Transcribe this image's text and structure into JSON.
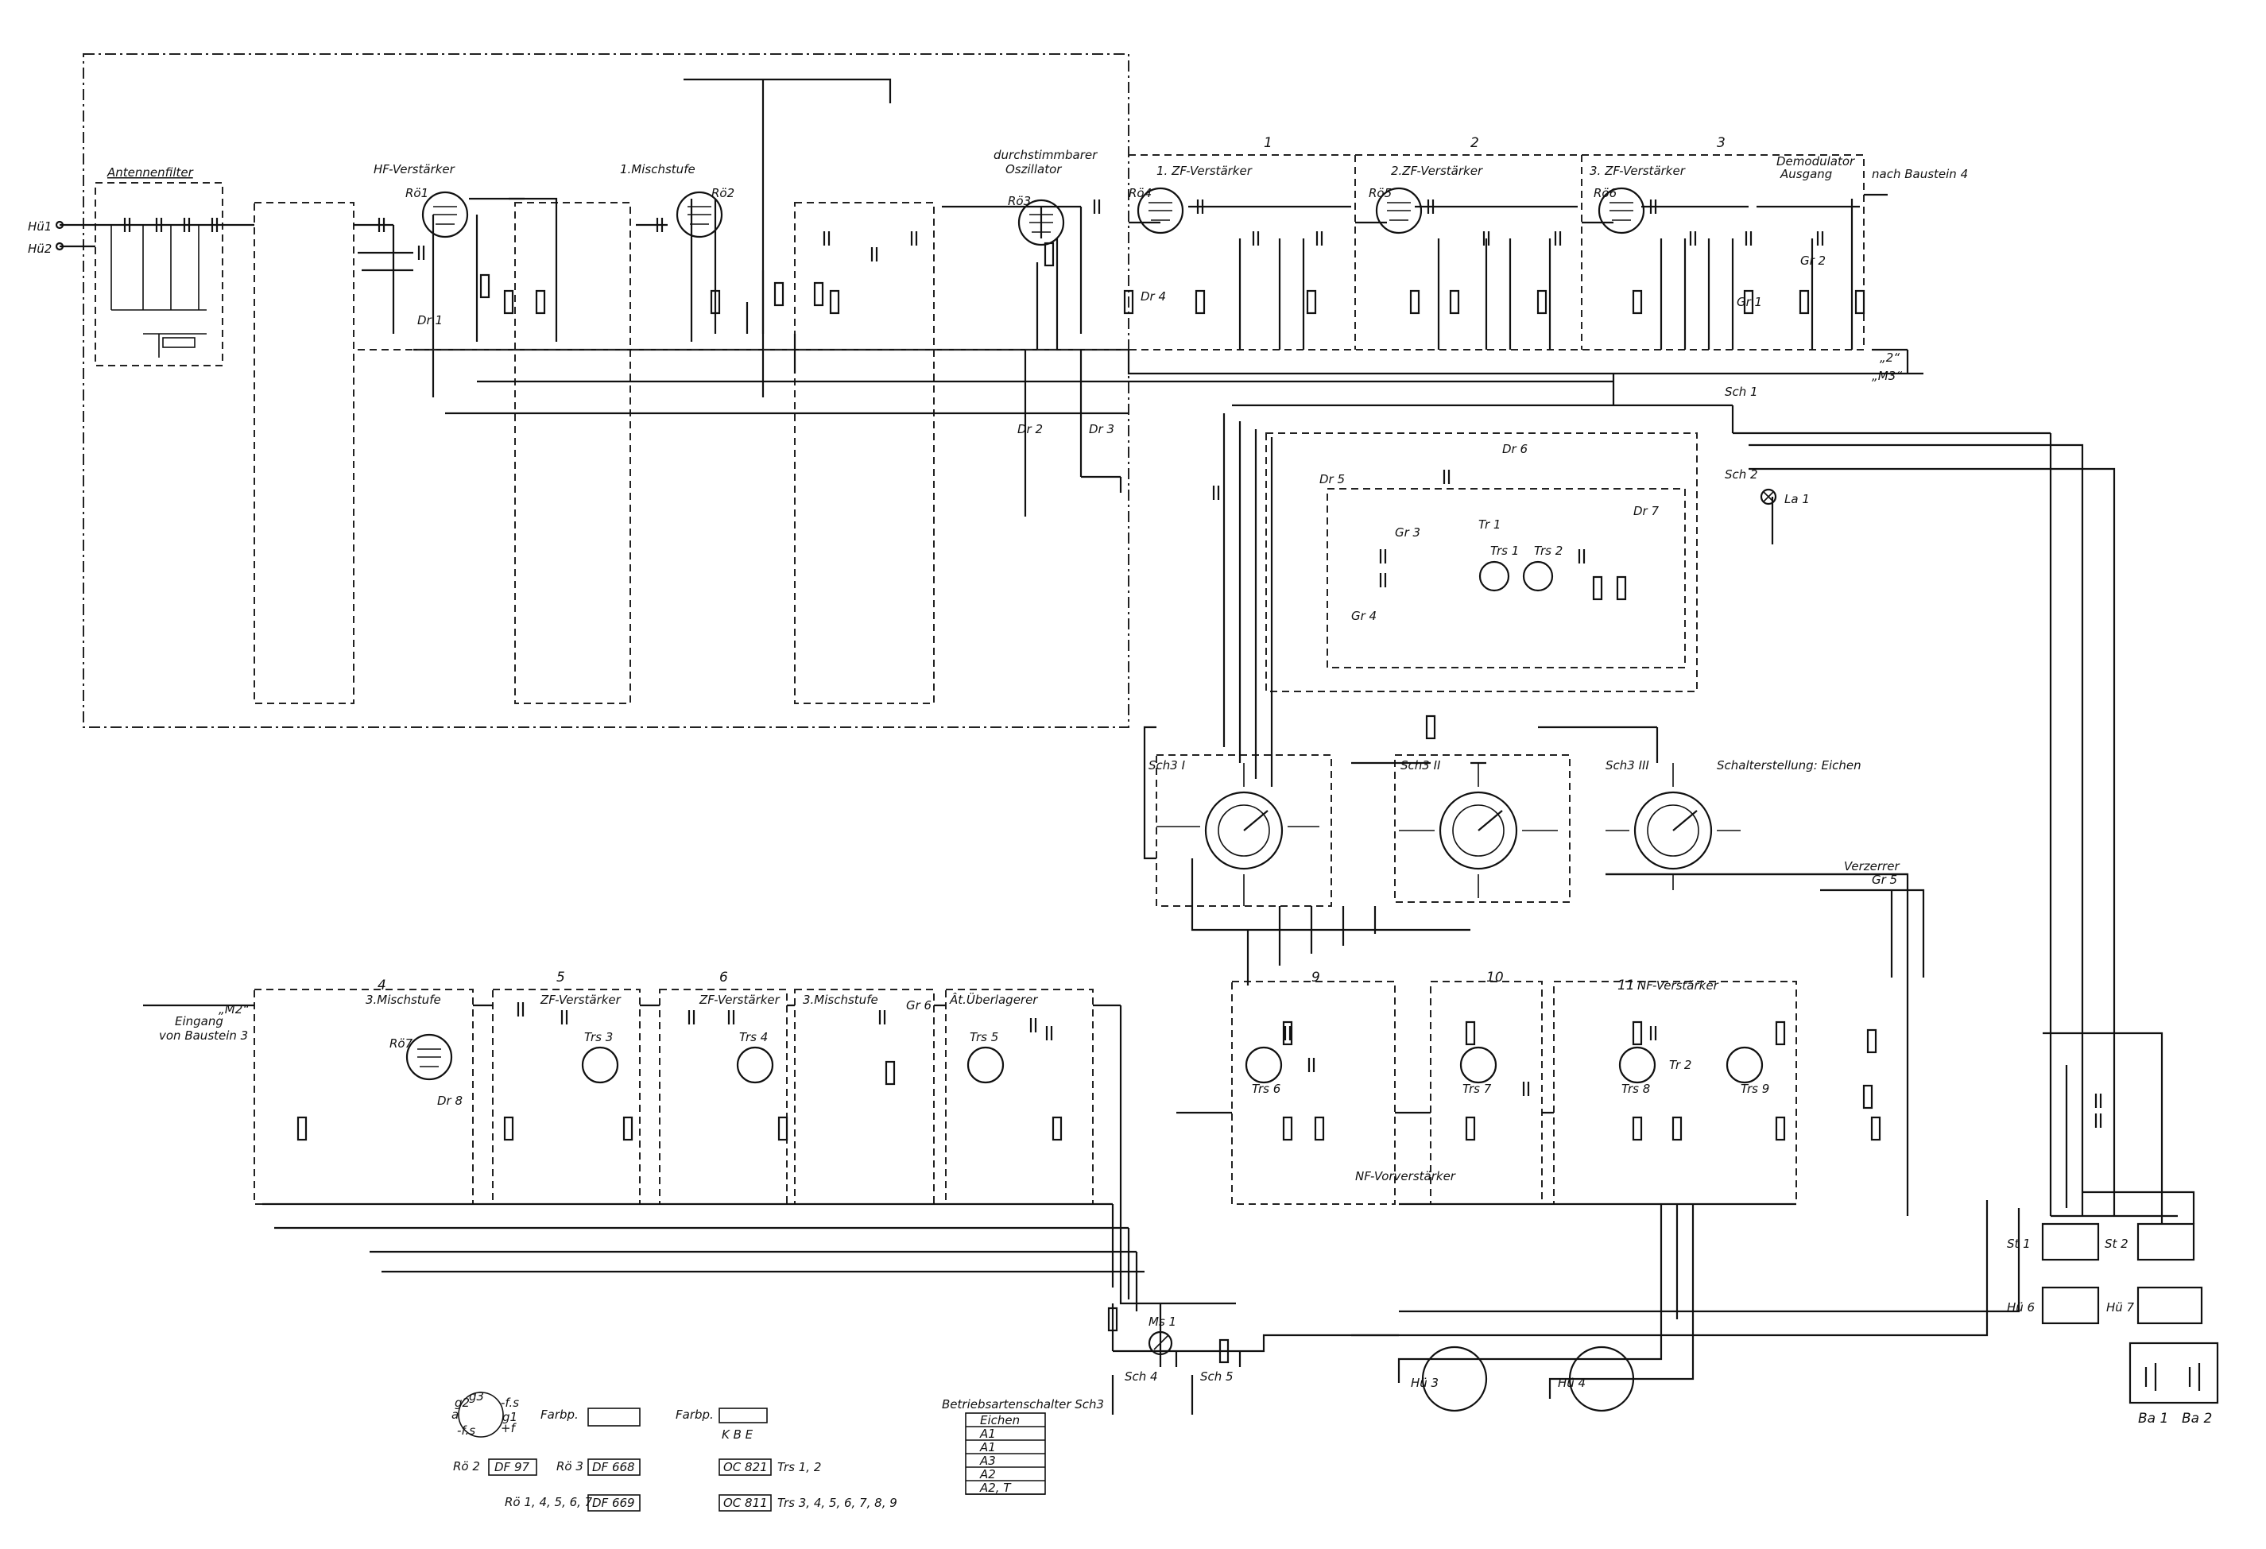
{
  "sections": {
    "antennenfilter": "Antennenfilter",
    "hf_verstaerker": "HF-Verstärker",
    "mischstufe_1": "1.Mischstufe",
    "oszillator_line1": "durchstimmbarer",
    "oszillator_line2": "Oszillator",
    "zf1": "1. ZF-Verstärker",
    "zf2": "2.ZF-Verstärker",
    "zf3": "3. ZF-Verstärker",
    "demod_line1": "Demodulator",
    "demod_line2": "Ausgang",
    "nach_baustein": "nach Baustein 4",
    "mischstufe_3": "3.Mischstufe",
    "zf_verstaerker_a": "ZF-Verstärker",
    "zf_verstaerker_b": "ZF-Verstärker",
    "mischstufe_3b": "3.Mischstufe",
    "at_ueberlagerer": "Ât.Überlagerer",
    "nf_vorverstaerker": "NF-Vorverstärker",
    "nf_verstaerker": "NF-Verstärker",
    "schalterstellung": "Schalterstellung: Eichen",
    "verzerrer": "Verzerrer",
    "eingang_line1": "Eingang",
    "eingang_line2": "von Baustein 3"
  },
  "stage_numbers": [
    "1",
    "2",
    "3",
    "4",
    "5",
    "6",
    "9",
    "10",
    "11"
  ],
  "terminals": {
    "hue1": "Hü1",
    "hue2": "Hü2",
    "m2": "„M2“",
    "m3": "„M3“",
    "two": "„2“"
  },
  "tubes": [
    "Rö1",
    "Rö2",
    "Rö3",
    "Rö4",
    "Rö5",
    "Rö6",
    "Rö7"
  ],
  "transistors": [
    "Trs 1",
    "Trs 2",
    "Trs 3",
    "Trs 4",
    "Trs 5",
    "Trs 6",
    "Trs 7",
    "Trs 8",
    "Trs 9"
  ],
  "switches": [
    "Sch 1",
    "Sch 2",
    "Sch3 I",
    "Sch3 II",
    "Sch3 III",
    "Sch 4",
    "Sch 5"
  ],
  "misc_parts": [
    "La 1",
    "Ms 1",
    "Tr 1",
    "Tr 2",
    "Gr 1",
    "Gr 2",
    "Gr 3",
    "Gr 4",
    "Gr 5",
    "Gr 6",
    "Dr 1",
    "Dr 2",
    "Dr 3",
    "Dr 4",
    "Dr 5",
    "Dr 6",
    "Dr 7",
    "Dr 8"
  ],
  "connectors": {
    "st1": "St 1",
    "st2": "St 2",
    "hue3": "Hü 3",
    "hue4": "Hü 4",
    "hue6": "Hü 6",
    "hue7": "Hü 7",
    "ba1": "Ba 1",
    "ba2": "Ba 2"
  },
  "legend": {
    "farbp1": "Farbp.",
    "farbp2": "Farbp.",
    "kbe": "K   B E",
    "tubes": [
      {
        "label": "Rö 2",
        "type": "DF 97"
      },
      {
        "label": "Rö 3",
        "type": "DF 668"
      },
      {
        "label": "Rö 1, 4, 5, 6, 7",
        "type": "DF 669"
      }
    ],
    "transistors": [
      {
        "type": "OC 821",
        "label": "Trs 1, 2"
      },
      {
        "type": "OC 811",
        "label": "Trs 3, 4, 5, 6, 7, 8, 9"
      }
    ],
    "pinout": [
      "g3",
      "g2",
      "-f.s",
      "a",
      "g1",
      "-f.s",
      "+f"
    ]
  },
  "switch_table": {
    "title": "Betriebsartenschalter Sch3",
    "rows": [
      "Eichen",
      "A1",
      "A1",
      "A3",
      "A2",
      "A2, T"
    ]
  }
}
